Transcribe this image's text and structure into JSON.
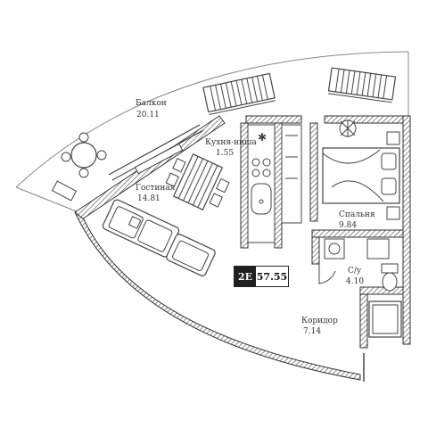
{
  "rooms": {
    "balcony": {
      "name": "Балкон",
      "area": "20.11"
    },
    "kitchen": {
      "name": "Кухня-ниша",
      "area": "1.55"
    },
    "living": {
      "name": "Гостиная",
      "area": "14.81"
    },
    "bedroom": {
      "name": "Спальня",
      "area": "9.84"
    },
    "bathroom": {
      "name": "С/у",
      "area": "4.10"
    },
    "corridor": {
      "name": "Коридор",
      "area": "7.14"
    }
  },
  "badge": {
    "type": "2E",
    "total_area": "57.55"
  }
}
